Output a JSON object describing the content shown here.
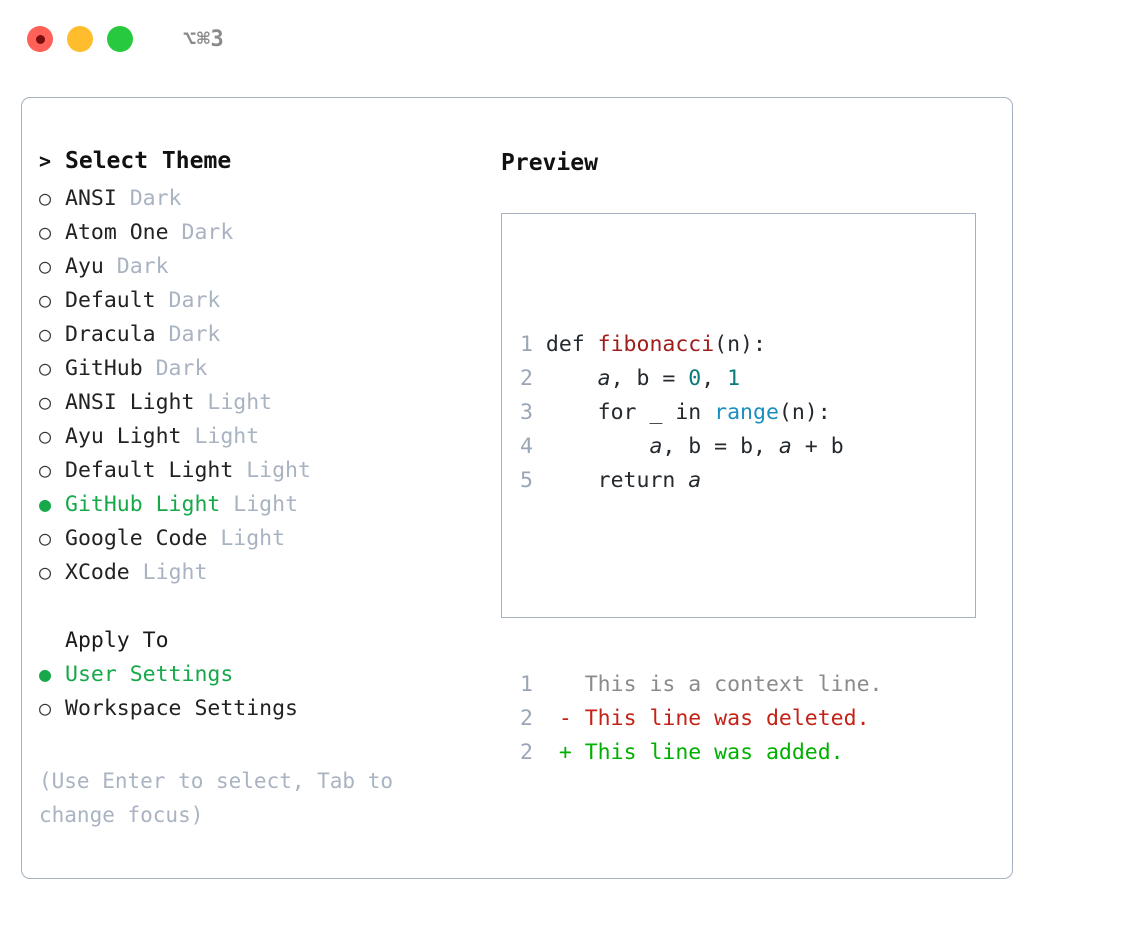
{
  "titlebar": {
    "shortcut": "⌥⌘3",
    "lights": [
      {
        "name": "close",
        "color": "#ff6057"
      },
      {
        "name": "minimize",
        "color": "#ffbd2e"
      },
      {
        "name": "zoom",
        "color": "#27c93f"
      }
    ]
  },
  "theme_picker": {
    "header_marker": ">",
    "header": "Select Theme",
    "marker_unselected": "○",
    "marker_selected": "●",
    "items": [
      {
        "label": "ANSI",
        "suffix": "Dark",
        "selected": false
      },
      {
        "label": "Atom One",
        "suffix": "Dark",
        "selected": false
      },
      {
        "label": "Ayu",
        "suffix": "Dark",
        "selected": false
      },
      {
        "label": "Default",
        "suffix": "Dark",
        "selected": false
      },
      {
        "label": "Dracula",
        "suffix": "Dark",
        "selected": false
      },
      {
        "label": "GitHub",
        "suffix": "Dark",
        "selected": false
      },
      {
        "label": "ANSI Light",
        "suffix": "Light",
        "selected": false
      },
      {
        "label": "Ayu Light",
        "suffix": "Light",
        "selected": false
      },
      {
        "label": "Default Light",
        "suffix": "Light",
        "selected": false
      },
      {
        "label": "GitHub Light",
        "suffix": "Light",
        "selected": true
      },
      {
        "label": "Google Code",
        "suffix": "Light",
        "selected": false
      },
      {
        "label": "XCode",
        "suffix": "Light",
        "selected": false
      }
    ]
  },
  "apply_to": {
    "header": "Apply To",
    "items": [
      {
        "label": "User Settings",
        "selected": true
      },
      {
        "label": "Workspace Settings",
        "selected": false
      }
    ]
  },
  "hint": "(Use Enter to select, Tab to change focus)",
  "preview": {
    "title": "Preview",
    "code_lines": [
      {
        "num": "1",
        "tokens": [
          {
            "text": "def ",
            "type": "kw"
          },
          {
            "text": "fibonacci",
            "type": "fn"
          },
          {
            "text": "(n):",
            "type": "plain"
          }
        ]
      },
      {
        "num": "2",
        "tokens": [
          {
            "text": "    ",
            "type": "plain"
          },
          {
            "text": "a",
            "type": "ital"
          },
          {
            "text": ", b = ",
            "type": "plain"
          },
          {
            "text": "0",
            "type": "num"
          },
          {
            "text": ", ",
            "type": "plain"
          },
          {
            "text": "1",
            "type": "num"
          }
        ]
      },
      {
        "num": "3",
        "tokens": [
          {
            "text": "    for _ in ",
            "type": "plain"
          },
          {
            "text": "range",
            "type": "builtin"
          },
          {
            "text": "(n):",
            "type": "plain"
          }
        ]
      },
      {
        "num": "4",
        "tokens": [
          {
            "text": "        ",
            "type": "plain"
          },
          {
            "text": "a",
            "type": "ital"
          },
          {
            "text": ", b = b, ",
            "type": "plain"
          },
          {
            "text": "a",
            "type": "ital"
          },
          {
            "text": " + b",
            "type": "plain"
          }
        ]
      },
      {
        "num": "5",
        "tokens": [
          {
            "text": "    return ",
            "type": "plain"
          },
          {
            "text": "a",
            "type": "ital"
          }
        ]
      }
    ],
    "diff_lines": [
      {
        "num": "1",
        "sign": " ",
        "text": "This is a context line.",
        "kind": "ctx"
      },
      {
        "num": "2",
        "sign": "-",
        "text": "This line was deleted.",
        "kind": "del"
      },
      {
        "num": "2",
        "sign": "+",
        "text": "This line was added.",
        "kind": "add"
      }
    ]
  },
  "colors": {
    "selection_green": "#17a84a",
    "muted": "#a9b3c1",
    "border": "#a7b2c0",
    "fn_red": "#a01d1d",
    "number_teal": "#0b7a7a",
    "builtin_blue": "#1a8fbf",
    "diff_del_red": "#c42217",
    "diff_add_green": "#00b000",
    "diff_ctx_gray": "#8b8b8b"
  }
}
